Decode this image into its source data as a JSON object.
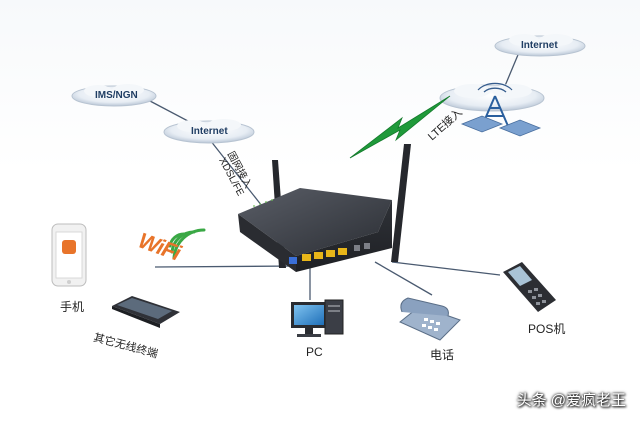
{
  "clouds": {
    "ims_ngn": "IMS/NGN",
    "internet_left": "Internet",
    "internet_right": "Internet"
  },
  "links": {
    "wired_uplink": "固网接入",
    "wired_uplink_types": "XDSL/FE",
    "wireless_uplink": "LTE接入"
  },
  "wifi_logo": "WiFi",
  "devices": {
    "phone": "手机",
    "other_terminal": "其它无线终端",
    "pc": "PC",
    "telephone": "电话",
    "pos": "POS机"
  },
  "watermark": "头条 @爱疯老王",
  "colors": {
    "link_line": "#4a5a70",
    "lte_bolt": "#1f9a3a",
    "wifi_orange": "#e8742a",
    "wifi_green": "#3aa845",
    "router_body": "#3a3d44",
    "lan_port": "#e8b619",
    "wan_port": "#3a6fd8"
  }
}
